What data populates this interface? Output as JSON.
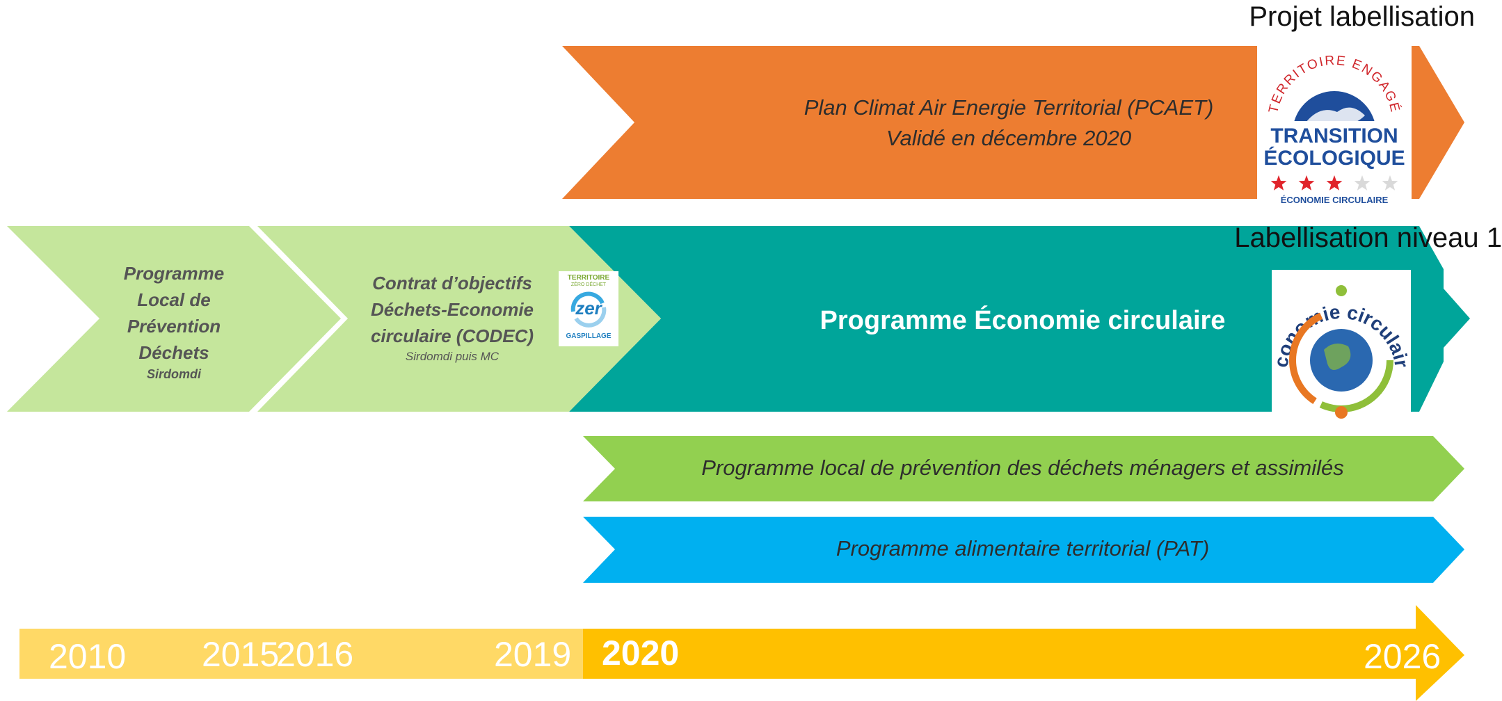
{
  "labels": {
    "projet": "Projet labellisation",
    "niveau": "Labellisation niveau 1"
  },
  "pcaet": {
    "line1": "Plan Climat Air Energie Territorial (PCAET)",
    "line2": "Validé en décembre 2020"
  },
  "plpd": {
    "lines": [
      "Programme",
      "Local de",
      "Prévention",
      "Déchets"
    ],
    "sub": "Sirdomdi"
  },
  "codec": {
    "lines": [
      "Contrat d’objectifs",
      "Déchets-Economie",
      "circulaire (CODEC)"
    ],
    "sub": "Sirdomdi puis MC"
  },
  "zero_badge": {
    "top": "TERRITOIRE",
    "sub": "ZÉRO DÉCHET",
    "mid": "zer",
    "bottom": "GASPILLAGE"
  },
  "eco_circ": "Programme Économie circulaire",
  "plpdma": "Programme local de prévention des déchets ménagers et assimilés",
  "pat": "Programme alimentaire territorial (PAT)",
  "te_badge": {
    "arc": "TERRITOIRE ENGAGÉ",
    "line1": "TRANSITION",
    "line2": "ÉCOLOGIQUE",
    "stars_filled": 3,
    "stars_total": 5,
    "footer": "ÉCONOMIE CIRCULAIRE"
  },
  "ec_badge": {
    "arc": "économie circulaire"
  },
  "timeline": {
    "years": [
      "2010",
      "2015",
      "2016",
      "2019",
      "2020",
      "2026"
    ],
    "highlight": "2020"
  },
  "colors": {
    "orange": "#ED7D31",
    "teal": "#00A59A",
    "light_green": "#C5E69C",
    "green": "#92D050",
    "blue": "#00B0F0",
    "timeline_light": "#FFD966",
    "timeline_dark": "#FFC000",
    "badge_blue": "#1F4E9C",
    "star_red": "#E0242B"
  }
}
